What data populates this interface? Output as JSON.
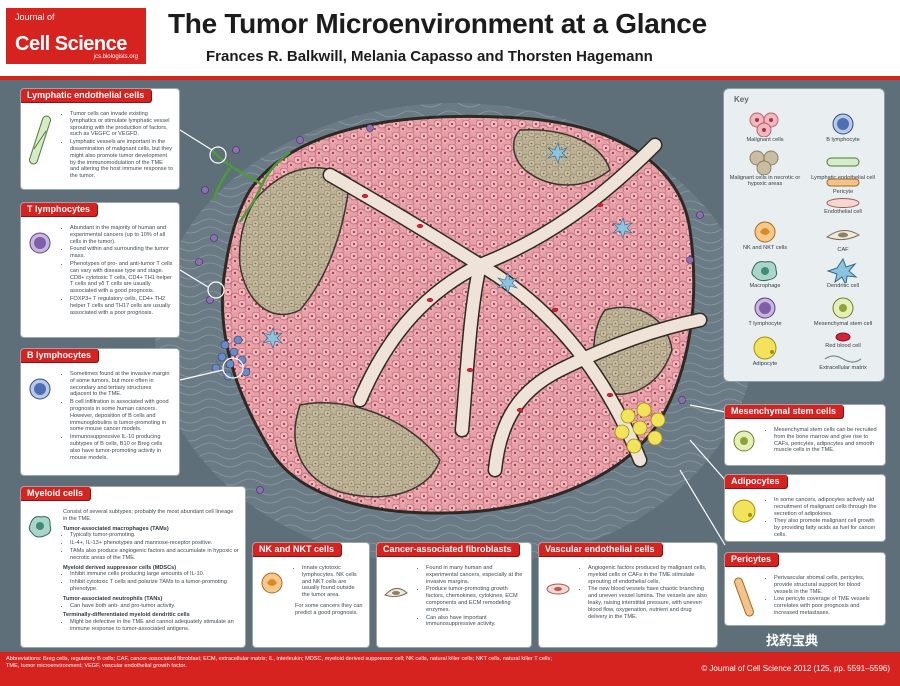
{
  "header": {
    "logo_line1": "Journal of",
    "logo_line2": "Cell Science",
    "logo_url": "jcs.biologists.org",
    "title": "The Tumor Microenvironment at a Glance",
    "authors": "Frances R. Balkwill, Melania Capasso and Thorsten Hagemann"
  },
  "panels": {
    "lymphatic": {
      "title": "Lymphatic endothelial cells",
      "bullets": [
        "Tumor cells can invade existing lymphatics or stimulate lymphatic vessel sprouting with the production of factors, such as VEGFC or VEGFD.",
        "Lymphatic vessels are important in the dissemination of malignant cells, but they might also promote tumor development by the immunomodulation of the TME and altering the host immune response to the tumor."
      ]
    },
    "tlymph": {
      "title": "T lymphocytes",
      "bullets": [
        "Abundant in the majority of human and experimental cancers (up to 10% of all cells in the tumor).",
        "Found within and surrounding the tumor mass.",
        "Phenotypes of pro- and anti-tumor T cells can vary with disease type and stage. CD8+ cytotoxic T cells, CD4+ TH1 helper T cells and γδ T cells are usually associated with a good prognosis.",
        "FOXP3+ T regulatory cells, CD4+ TH2 helper T cells and TH17 cells are usually associated with a poor prognosis."
      ]
    },
    "blymph": {
      "title": "B lymphocytes",
      "bullets": [
        "Sometimes found at the invasive margin of some tumors, but more often in secondary and tertiary structures adjacent to the TME.",
        "B cell infiltration is associated with good prognosis in some human cancers. However, deposition of B cells and immunoglobulins is tumor-promoting in some mouse cancer models.",
        "Immunosuppressive IL-10 producing subtypes of B cells, B10 or Breg cells also have tumor-promoting activity in mouse models."
      ]
    },
    "myeloid": {
      "title": "Myeloid cells",
      "intro": "Consist of several subtypes; probably the most abundant cell lineage in the TME.",
      "tam_title": "Tumor-associated macrophages (TAMs)",
      "tam_bullets": [
        "Typically tumor-promoting.",
        "IL-4+, IL-13+ phenotypes and mannose-receptor positive.",
        "TAMs also produce angiogenic factors and accumulate in hypoxic or necrotic areas of the TME."
      ],
      "mdsc_title": "Myeloid derived suppressor cells (MDSCs)",
      "mdsc_bullets": [
        "Inhibit immune cells producing large amounts of IL-10.",
        "Inhibit cytotoxic T cells and polarize TAMs to a tumor-promoting phenotype."
      ],
      "tan_title": "Tumor-associated neutrophils (TANs)",
      "tan_bullets": [
        "Can have both anti- and pro-tumor activity."
      ],
      "dc_title": "Terminally-differentiated myeloid dendritic cells",
      "dc_bullets": [
        "Might be defective in the TME and cannot adequately stimulate an immune response to tumor-associated antigens."
      ]
    },
    "nk": {
      "title": "NK and NKT cells",
      "bullets": [
        "Innate cytotoxic lymphocytes. NK cells and NKT cells are usually found outside the tumor area."
      ],
      "note": "For some cancers they can predict a good prognosis."
    },
    "caf": {
      "title": "Cancer-associated fibroblasts",
      "bullets": [
        "Found in many human and experimental cancers, especially at the invasive margins.",
        "Produce tumor-promoting growth factors, chemokines, cytokines, ECM components and ECM remodeling enzymes.",
        "Can also have important immunosuppressive activity."
      ]
    },
    "vascular": {
      "title": "Vascular endothelial cells",
      "bullets": [
        "Angiogenic factors produced by malignant cells, myeloid cells or CAFs in the TME stimulate sprouting of endothelial cells.",
        "The new blood vessels have chaotic branching and uneven vessel lumina. The vessels are also leaky, raising interstitial pressure, with uneven blood flow, oxygenation, nutrient and drug delivery in the TME."
      ]
    },
    "msc": {
      "title": "Mesenchymal stem cells",
      "bullets": [
        "Mesenchymal stem cells can be recruited from the bone marrow and give rise to CAFs, pericytes, adipocytes and smooth muscle cells in the TME."
      ]
    },
    "adipo": {
      "title": "Adipocytes",
      "bullets": [
        "In some cancers, adipocytes actively aid recruitment of malignant cells through the secretion of adipokines.",
        "They also promote malignant cell growth by providing fatty acids as fuel for cancer cells."
      ]
    },
    "pericytes": {
      "title": "Pericytes",
      "bullets": [
        "Perivascular stromal cells, pericytes, provide structural support for blood vessels in the TME.",
        "Low pericyte coverage of TME vessels correlates with poor prognosis and increased metastases."
      ]
    }
  },
  "key": {
    "title": "Key",
    "items": [
      {
        "label": "Malignant cells",
        "icon": "malignant-cell-icon"
      },
      {
        "label": "B lymphocyte",
        "icon": "b-lymphocyte-icon"
      },
      {
        "label": "Malignant cells in necrotic or hypoxic areas",
        "icon": "necrotic-cell-icon"
      },
      {
        "label": "Lymphatic endothelial cell",
        "icon": "lymphatic-cell-icon"
      },
      {
        "label": "Pericyte",
        "icon": "pericyte-icon"
      },
      {
        "label": "Endothelial cell",
        "icon": "endothelial-cell-icon"
      },
      {
        "label": "NK and NKT cells",
        "icon": "nk-cell-icon"
      },
      {
        "label": "CAF",
        "icon": "caf-icon"
      },
      {
        "label": "Macrophage",
        "icon": "macrophage-icon"
      },
      {
        "label": "Dendritic cell",
        "icon": "dendritic-cell-icon"
      },
      {
        "label": "T lymphocyte",
        "icon": "t-lymphocyte-icon"
      },
      {
        "label": "Mesenchymal stem cell",
        "icon": "msc-icon"
      },
      {
        "label": "Adipocyte",
        "icon": "adipocyte-icon"
      },
      {
        "label": "Red blood cell",
        "icon": "rbc-icon"
      },
      {
        "label": "Extracellular matrix",
        "icon": "ecm-icon"
      }
    ]
  },
  "footer": {
    "abbreviations": "Abbreviations: Breg cells, regulatory B cells; CAF, cancer-associated fibroblast; ECM, extracellular matrix; IL, interleukin; MDSC, myeloid derived suppressor cell; NK cells, natural killer cells; NKT cells, natural killer T cells; TME, tumor microenvironment; VEGF, vascular endothelial growth factor.",
    "copyright": "© Journal of Cell Science 2012 (125, pp. 5591–5596)",
    "watermark": "找药宝典"
  },
  "colors": {
    "brand_red": "#d7231f",
    "tumor_pink": "#e69aa2",
    "stroma_tan": "#b9ac8f",
    "vessel": "#eee2d6",
    "background": "#5e6f79"
  }
}
